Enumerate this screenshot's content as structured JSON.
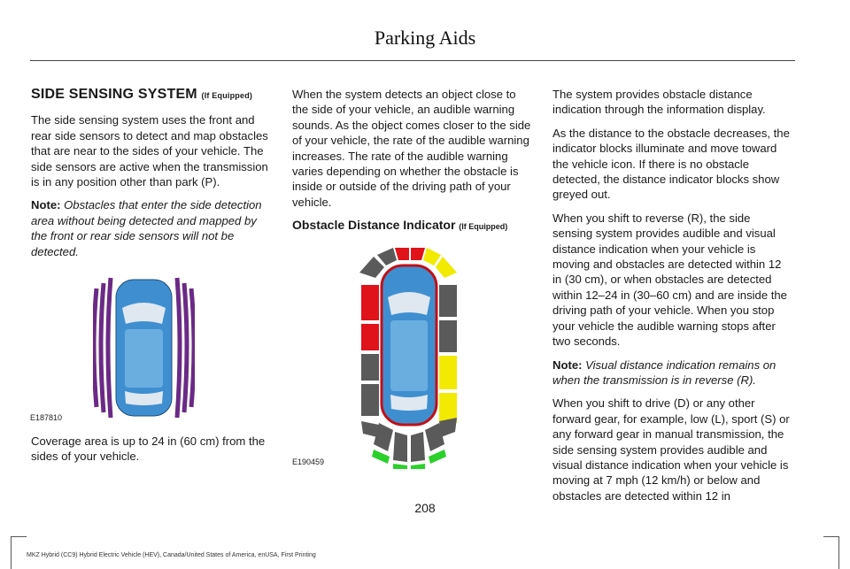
{
  "header": {
    "title": "Parking Aids"
  },
  "col1": {
    "heading": "SIDE SENSING SYSTEM",
    "heading_sup": "(If Equipped)",
    "para1": "The side sensing system uses the front and rear side sensors to detect and map obstacles that are near to the sides of your vehicle. The side sensors are active when the transmission is in any position other than park (P).",
    "note_label": "Note:",
    "note_text": "Obstacles that enter the side detection area without being detected and mapped by the front or rear side sensors will not be detected.",
    "figure_code": "E187810",
    "para2": "Coverage area is up to 24 in (60 cm) from the sides of your vehicle."
  },
  "col2": {
    "para1": "When the system detects an object close to the side of your vehicle, an audible warning sounds. As the object comes closer to the side of your vehicle, the rate of the audible warning increases. The rate of the audible warning varies depending on whether the obstacle is inside or outside of the driving path of your vehicle.",
    "heading": "Obstacle Distance Indicator",
    "heading_sup": "(If Equipped)",
    "figure_code": "E190459"
  },
  "col3": {
    "para1": "The system provides obstacle distance indication through the information display.",
    "para2": "As the distance to the obstacle decreases, the indicator blocks illuminate and move toward the vehicle icon. If there is no obstacle detected, the distance indicator blocks show greyed out.",
    "para3": "When you shift to reverse (R), the side sensing system provides audible and visual distance indication when your vehicle is moving and obstacles are detected within 12 in (30 cm), or when obstacles are detected within 12–24 in (30–60 cm) and are inside the driving path of your vehicle. When you stop your vehicle the audible warning stops after two seconds.",
    "note_label": "Note:",
    "note_text": "Visual distance indication remains on when the transmission is in reverse (R).",
    "para4": "When you shift to drive (D) or any other forward gear, for example, low (L), sport (S) or any forward gear in manual transmission, the side sensing system provides audible and visual distance indication when your vehicle is moving at 7 mph (12 km/h) or below and obstacles are detected within 12 in"
  },
  "page_number": "208",
  "footer": "MKZ Hybrid (CC9) Hybrid Electric Vehicle (HEV), Canada/United States of America, enUSA, First Printing",
  "colors": {
    "purple": "#6b2a86",
    "red": "#e0121a",
    "yellow": "#f2ea00",
    "green": "#2bd12b",
    "grey": "#5a5a5a",
    "car": "#3f8fd0"
  }
}
